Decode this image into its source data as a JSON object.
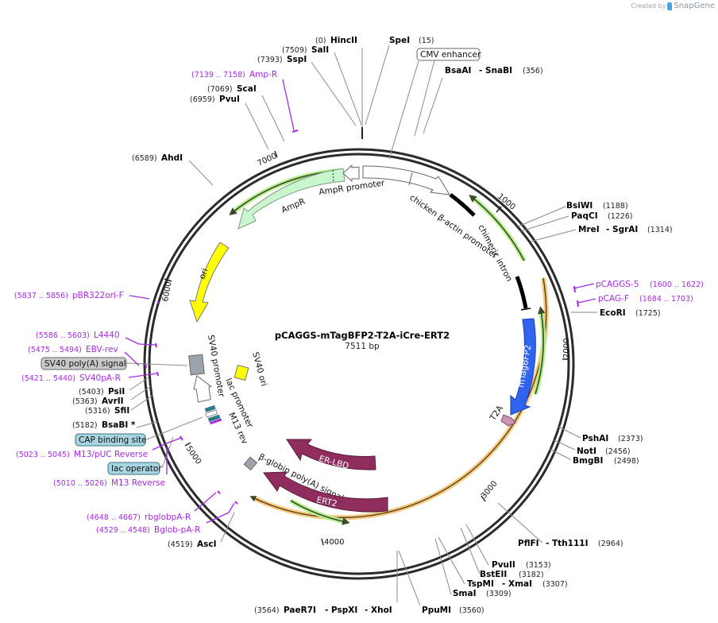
{
  "credit": {
    "prefix": "Created by",
    "brand": "SnapGene"
  },
  "plasmid": {
    "name": "pCAGGS-mTagBFP2-T2A-iCre-ERT2",
    "length_label": "7511 bp",
    "length": 7511
  },
  "ticks": [
    "1000",
    "2000",
    "3000",
    "4000",
    "5000",
    "6000",
    "7000"
  ],
  "restriction_sites": [
    {
      "name": "HincII",
      "pos": "(0)"
    },
    {
      "name": "SalI",
      "pos": "(7509)"
    },
    {
      "name": "SspI",
      "pos": "(7393)"
    },
    {
      "name": "SpeI",
      "pos": "(15)"
    },
    {
      "name": "BsaAI",
      "name2": "- SnaBI",
      "pos": "(356)"
    },
    {
      "name": "ScaI",
      "pos": "(7069)"
    },
    {
      "name": "PvuI",
      "pos": "(6959)"
    },
    {
      "name": "AhdI",
      "pos": "(6589)"
    },
    {
      "name": "BsiWI",
      "pos": "(1188)"
    },
    {
      "name": "PaqCI",
      "pos": "(1226)"
    },
    {
      "name": "MreI",
      "name2": "- SgrAI",
      "pos": "(1314)"
    },
    {
      "name": "EcoRI",
      "pos": "(1725)"
    },
    {
      "name": "PshAI",
      "pos": "(2373)"
    },
    {
      "name": "NotI",
      "pos": "(2456)"
    },
    {
      "name": "BmgBI",
      "pos": "(2498)"
    },
    {
      "name": "PflFI",
      "name2": "- Tth111I",
      "pos": "(2964)"
    },
    {
      "name": "PvuII",
      "pos": "(3153)"
    },
    {
      "name": "BstEII",
      "pos": "(3182)"
    },
    {
      "name": "TspMI",
      "name2": "- XmaI",
      "pos": "(3307)"
    },
    {
      "name": "SmaI",
      "pos": "(3309)"
    },
    {
      "name": "PpuMI",
      "pos": "(3560)"
    },
    {
      "name": "PaeR7I",
      "name2": "- PspXI",
      "name3": "- XhoI",
      "pos": "(3564)"
    },
    {
      "name": "AscI",
      "pos": "(4519)"
    },
    {
      "name": "BsaBI *",
      "pos": "(5182)"
    },
    {
      "name": "SfiI",
      "pos": "(5316)"
    },
    {
      "name": "AvrII",
      "pos": "(5363)"
    },
    {
      "name": "PsiI",
      "pos": "(5403)"
    }
  ],
  "primers": [
    {
      "name": "Amp-R",
      "range": "(7139 .. 7158)"
    },
    {
      "name": "pCAGGS-5",
      "range": "(1600 .. 1622)"
    },
    {
      "name": "pCAG-F",
      "range": "(1684 .. 1703)"
    },
    {
      "name": "pBR322ori-F",
      "range": "(5837 .. 5856)"
    },
    {
      "name": "L4440",
      "range": "(5586 .. 5603)"
    },
    {
      "name": "EBV-rev",
      "range": "(5475 .. 5494)"
    },
    {
      "name": "SV40pA-R",
      "range": "(5421 .. 5440)"
    },
    {
      "name": "M13/pUC Reverse",
      "range": "(5023 .. 5045)"
    },
    {
      "name": "M13 Reverse",
      "range": "(5010 .. 5026)"
    },
    {
      "name": "rbglobpA-R",
      "range": "(4648 .. 4667)"
    },
    {
      "name": "Bglob-pA-R",
      "range": "(4529 .. 4548)"
    }
  ],
  "boxed_features": [
    {
      "name": "CMV enhancer"
    },
    {
      "name": "SV40 poly(A) signal"
    },
    {
      "name": "CAP binding site"
    },
    {
      "name": "lac operator"
    }
  ],
  "features": {
    "ampr": "AmpR",
    "ampr_promoter": "AmpR promoter",
    "chicken_promoter": "chicken β-actin promoter",
    "chimeric_intron": "chimeric intron",
    "mtagbfp2": "mTagBFP2",
    "t2a": "T2A",
    "ori": "ori",
    "sv40_promoter": "SV40 promoter",
    "sv40_ori": "SV40 ori",
    "lac_promoter": "lac promoter",
    "m13_rev": "M13 rev",
    "er_lbd": "ER-LBD",
    "ert2": "ERT2",
    "bglobin_polya": "β-globin poly(A) signal"
  },
  "colors": {
    "backbone": "#2b2b2b",
    "restriction_line": "#888888",
    "primer": "#a629e6",
    "ampr_fill": "#c9f5cf",
    "orf_glow": "#b6f08c",
    "orf_line": "#3a4a2a",
    "icre_orange": "#f7c77a",
    "mtagbfp2": "#2f64f0",
    "t2a": "#c995b6",
    "ori": "#ffff00",
    "ert2": "#8f2d5e",
    "gray_feature": "#9ca3aa",
    "lac_teal": "#2f7b8a",
    "box_teal": "#a6d4e0"
  }
}
